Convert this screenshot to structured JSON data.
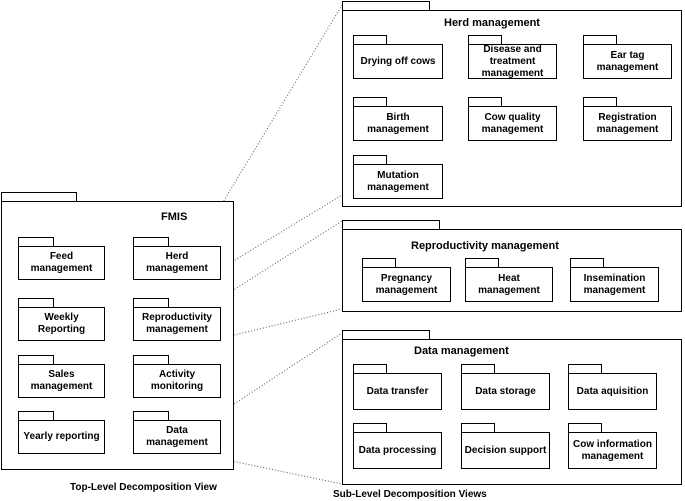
{
  "fmis": {
    "title": "FMIS",
    "items": [
      "Feed management",
      "Herd management",
      "Weekly Reporting",
      "Reproductivity management",
      "Sales management",
      "Activity monitoring",
      "Yearly reporting",
      "Data management"
    ]
  },
  "herd": {
    "title": "Herd management",
    "items": [
      "Drying off cows",
      "Disease and treatment management",
      "Ear tag management",
      "Birth management",
      "Cow quality management",
      "Registration management",
      "Mutation management"
    ]
  },
  "reproductivity": {
    "title": "Reproductivity management",
    "items": [
      "Pregnancy management",
      "Heat management",
      "Insemination management"
    ]
  },
  "data": {
    "title": "Data management",
    "items": [
      "Data transfer",
      "Data storage",
      "Data aquisition",
      "Data processing",
      "Decision support",
      "Cow information management"
    ]
  },
  "captions": {
    "top_level": "Top-Level Decomposition View",
    "sub_level": "Sub-Level Decomposition Views"
  }
}
